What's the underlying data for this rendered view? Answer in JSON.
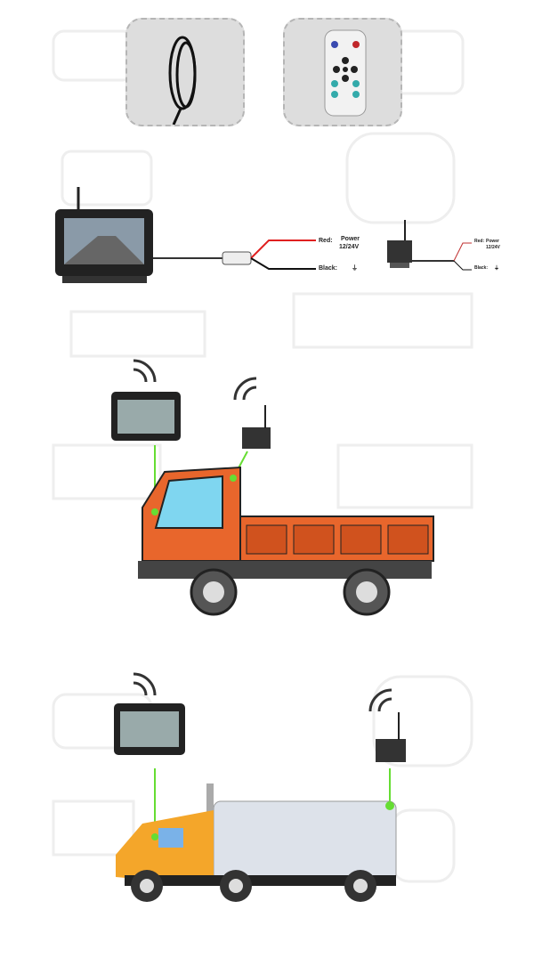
{
  "wiring_monitor": {
    "red_label": "Red:",
    "power_label": "Power",
    "voltage": "12/24V",
    "black_label": "Black:",
    "ground_symbol": "⏚"
  },
  "wiring_camera": {
    "red_label": "Red:",
    "power_label": "Power",
    "voltage": "12/24V",
    "black_label": "Black:",
    "ground_symbol": "⏚"
  },
  "colors": {
    "red_wire": "#e02020",
    "black_wire": "#111111",
    "signal_line": "#66dd33",
    "truck_orange": "#e8662c",
    "cab_yellow": "#f4a62a"
  }
}
